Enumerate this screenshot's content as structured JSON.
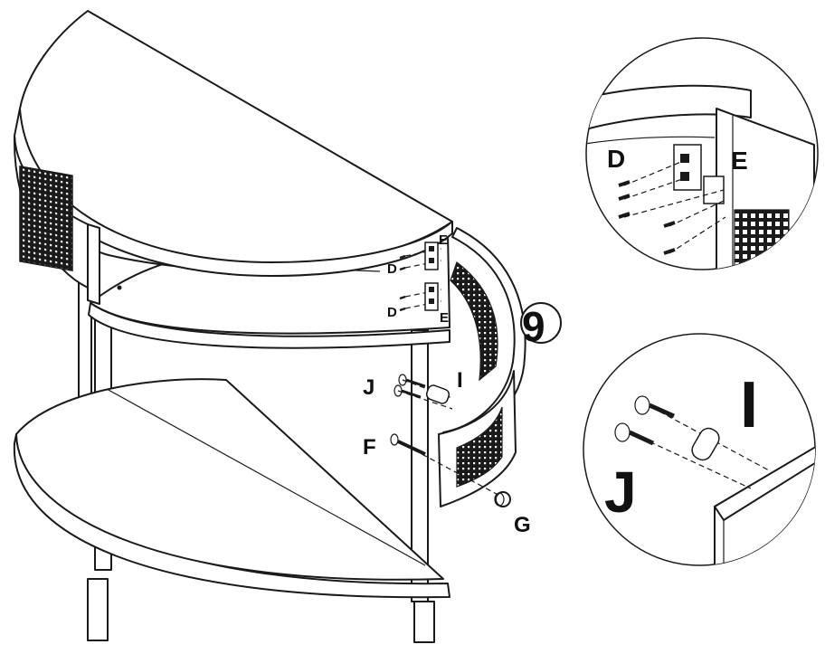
{
  "step": {
    "number": "9"
  },
  "labels": {
    "d_upper": "D",
    "e_upper": "E",
    "d_lower": "D",
    "e_lower": "E",
    "j": "J",
    "i": "I",
    "f": "F",
    "g": "G"
  },
  "detail_top": {
    "d": "D",
    "e": "E"
  },
  "detail_bottom": {
    "i": "I",
    "j": "J"
  }
}
